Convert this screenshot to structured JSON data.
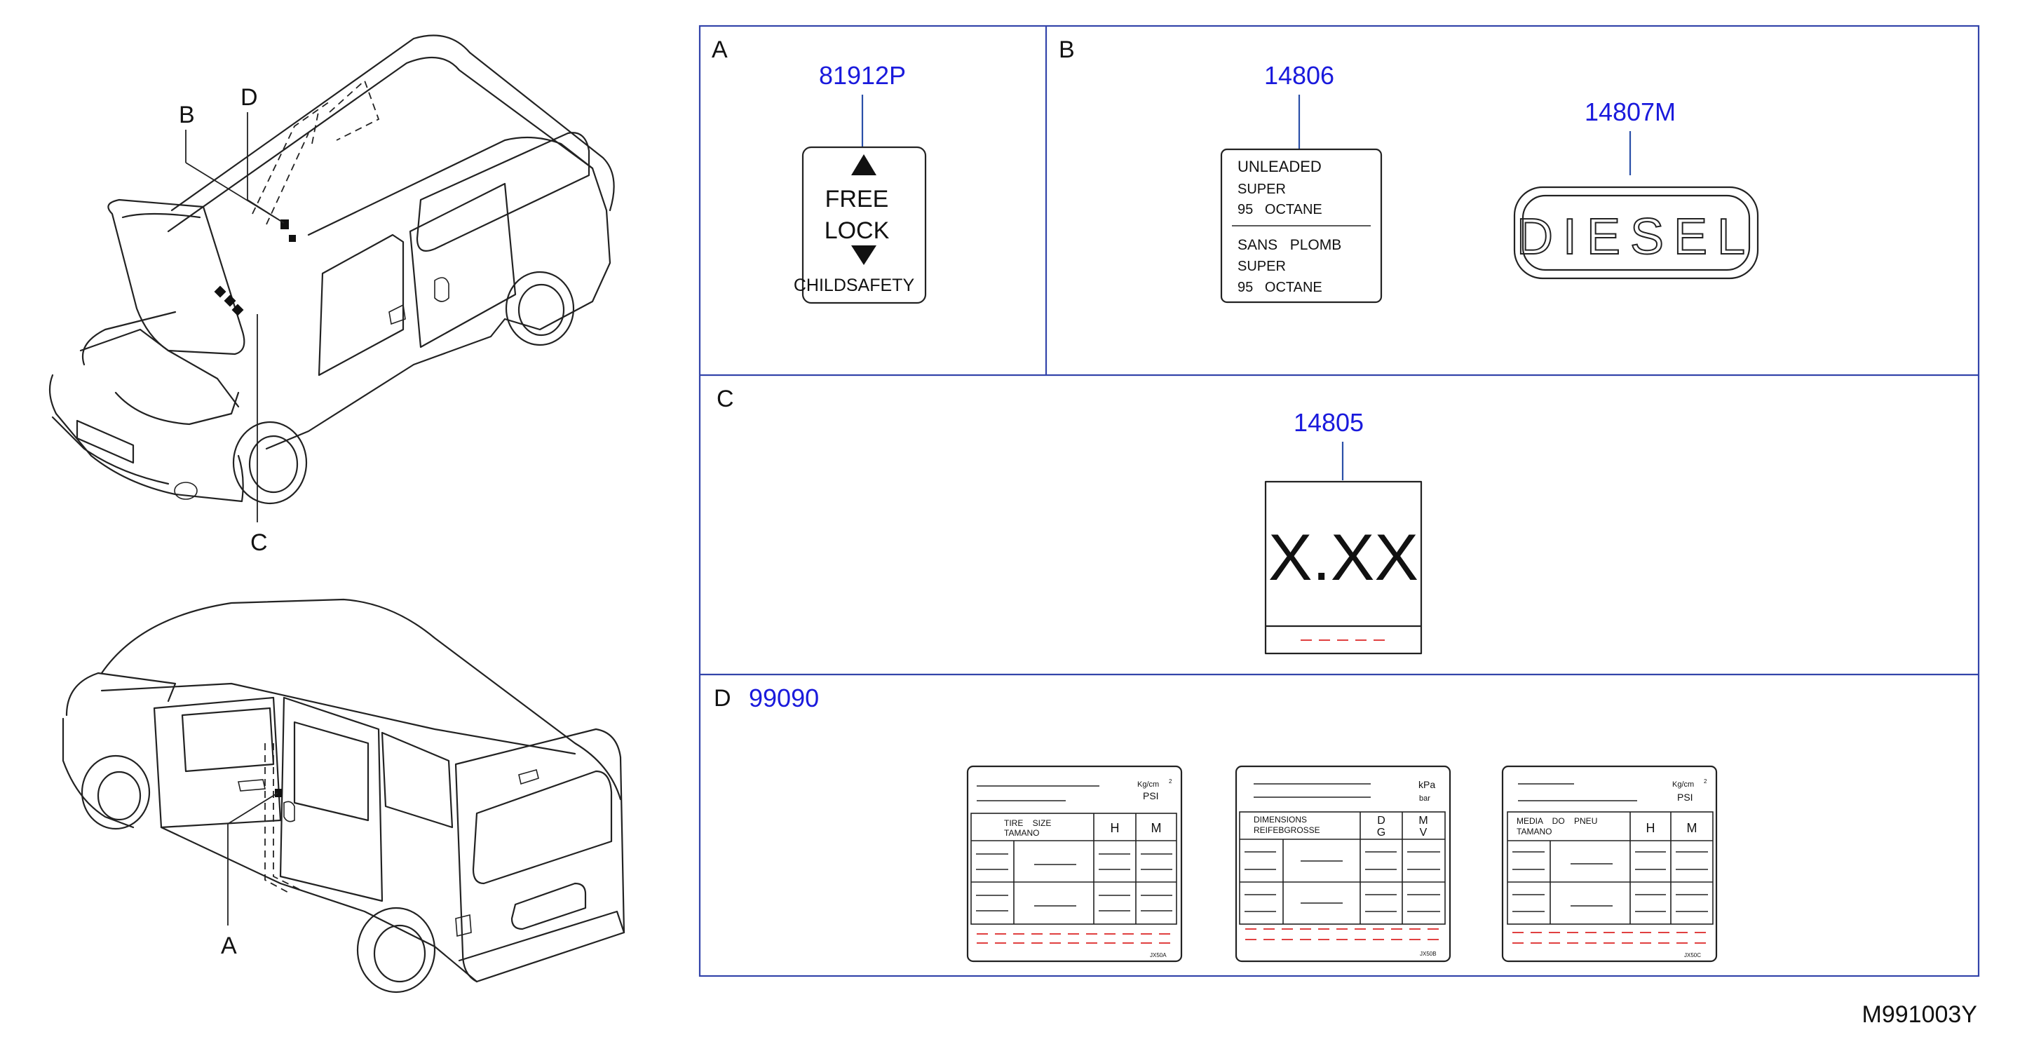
{
  "callouts": {
    "a": "A",
    "b": "B",
    "c": "C",
    "d": "D"
  },
  "sections": {
    "a": {
      "letter": "A",
      "part_no": "81912P",
      "label": {
        "line1": "FREE",
        "line2": "LOCK",
        "footer": "CHILDSAFETY"
      }
    },
    "b": {
      "letter": "B",
      "part_no_1": "14806",
      "fuel_label": {
        "l1": "UNLEADED",
        "l2": "SUPER",
        "l3": "95   OCTANE",
        "l4": "SANS   PLOMB",
        "l5": "SUPER",
        "l6": "95   OCTANE"
      },
      "part_no_2": "14807M",
      "diesel_text": "DIESEL"
    },
    "c": {
      "letter": "C",
      "part_no": "14805",
      "value_text": "X.XX"
    },
    "d": {
      "letter": "D",
      "part_no": "99090",
      "card1": {
        "unit1": "Kg/cm",
        "unit_sup": "2",
        "unit2": "PSI",
        "h1a": "TIRE    SIZE",
        "h1b": "TAMANO",
        "h2": "H",
        "h3": "M",
        "code": "JX50A"
      },
      "card2": {
        "unit1": "kPa",
        "unit2": "bar",
        "h1a": "DIMENSIONS",
        "h1b": "REIFEBGROSSE",
        "h2a": "D",
        "h2b": "G",
        "h3a": "M",
        "h3b": "V",
        "code": "JX50B"
      },
      "card3": {
        "unit1": "Kg/cm",
        "unit_sup": "2",
        "unit2": "PSI",
        "h1a": "MEDIA    DO    PNEU",
        "h1b": "TAMANO",
        "h2": "H",
        "h3": "M",
        "code": "JX50C"
      }
    }
  },
  "diagram_code": "M991003Y"
}
